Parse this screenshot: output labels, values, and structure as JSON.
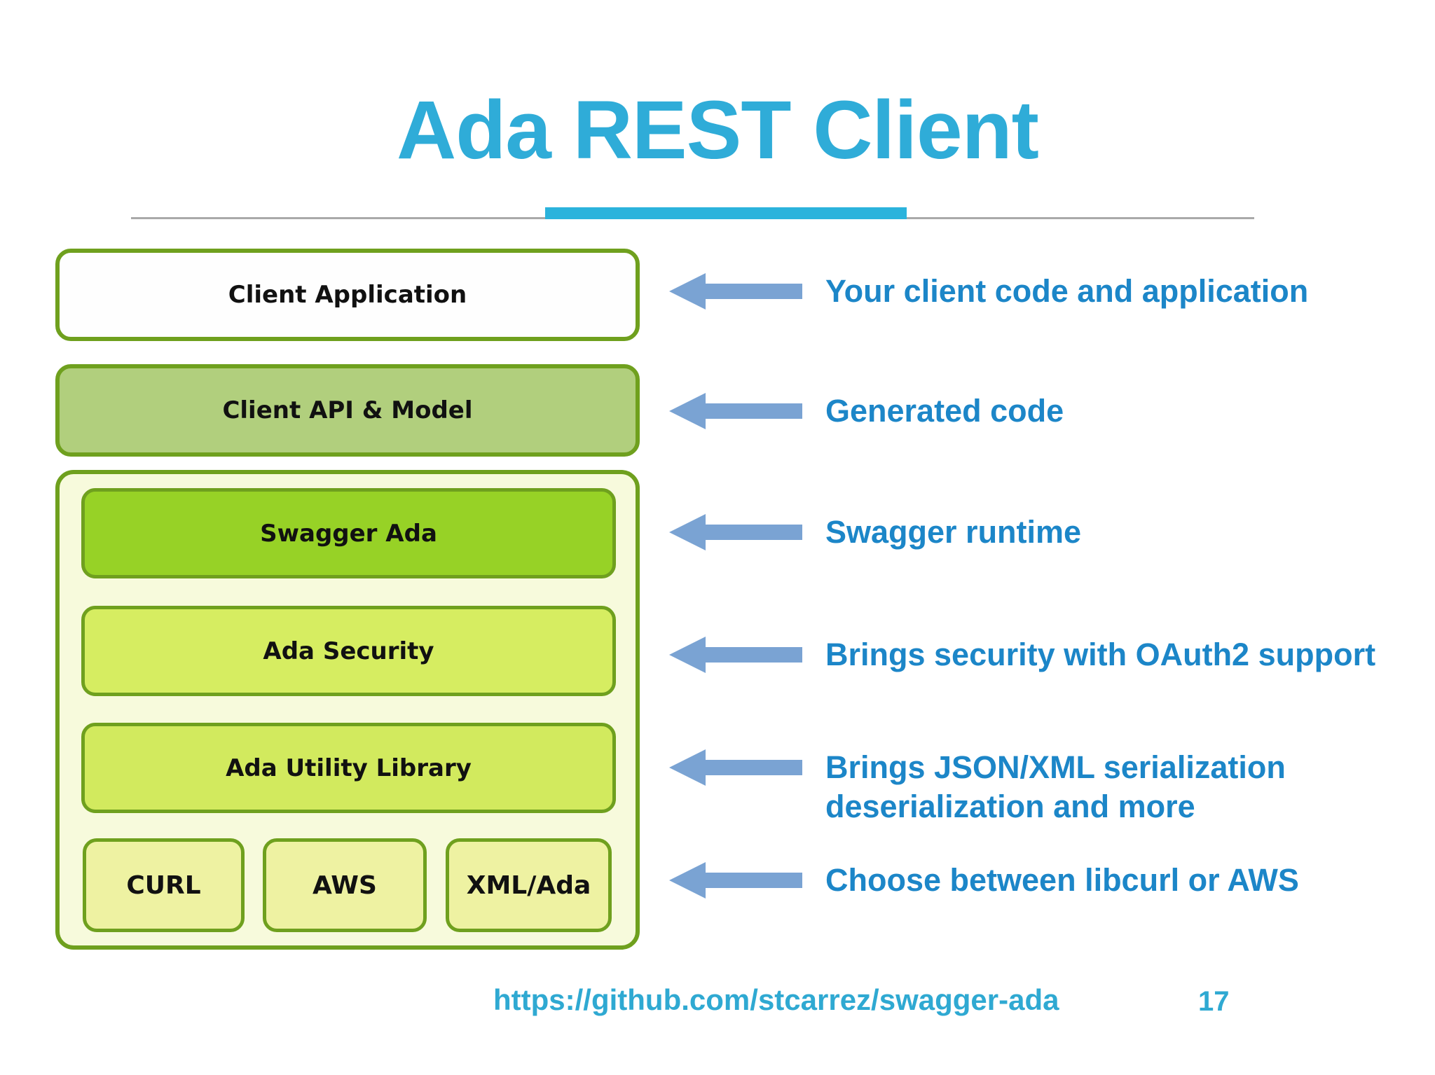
{
  "title": {
    "text": "Ada REST Client"
  },
  "diagram": {
    "client_application": "Client Application",
    "client_api_model": "Client API & Model",
    "swagger_ada": "Swagger Ada",
    "ada_security": "Ada Security",
    "ada_utility": "Ada Utility Library",
    "backends": {
      "curl": "CURL",
      "aws": "AWS",
      "xmlada": "XML/Ada"
    }
  },
  "annotations": {
    "client_code": "Your client code and application",
    "generated": "Generated code",
    "swagger_runtime": "Swagger runtime",
    "security": "Brings security with OAuth2 support",
    "serialization_line1": "Brings JSON/XML serialization",
    "serialization_line2": "deserialization and more",
    "backend_choice": "Choose between libcurl or AWS"
  },
  "footer": {
    "url": "https://github.com/stcarrez/swagger-ada",
    "page_number": "17"
  },
  "colors": {
    "title": "#2FACD8",
    "divider-line": "#A9A9A9",
    "divider-accent": "#2BB3DC",
    "box-border": "#6FA01E",
    "box1-fill": "#FEFEFE",
    "box2-fill": "#B1CF7D",
    "container-fill": "#F7FADC",
    "swagger-fill": "#97D226",
    "security-fill": "#D6ED61",
    "utility-fill": "#D2EA5E",
    "backend-fill": "#EEF2A2",
    "arrow": "#7AA3D3",
    "label": "#1C86C8",
    "footer": "#2FA9D2"
  }
}
